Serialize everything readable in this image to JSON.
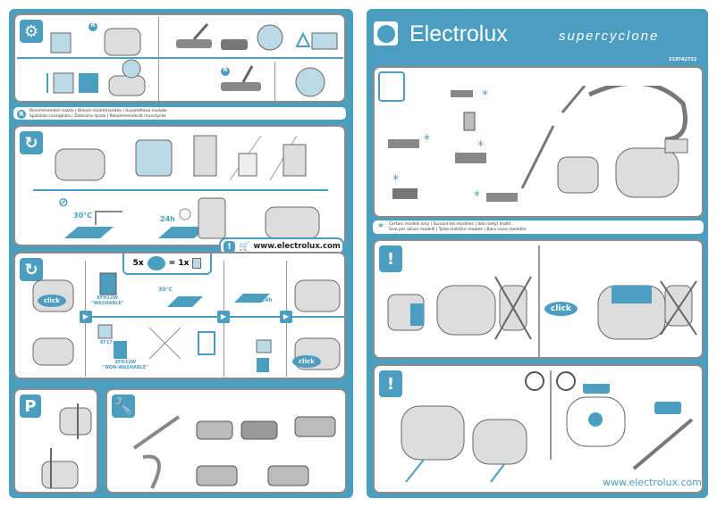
{
  "brand": {
    "name": "Electrolux",
    "product": "supercyclone",
    "model_number": "219742732",
    "website": "www.electrolux.com"
  },
  "left": {
    "nozzles": {
      "recommended_marker": "R",
      "note_line1": "Recommended nozzle | Brosse recommandée | Suositeltava suulake",
      "note_line2": "Spazzola consigliata | Zalecana dysza | Rekommenderat munstycke"
    },
    "filter_clean": {
      "temp": "30°C",
      "dry_time": "24h",
      "web_badge": "www.electrolux.com"
    },
    "filter_replace": {
      "ratio_left": "5x",
      "ratio_right": "= 1x",
      "washable_label": "EFH12W\n\"WASHABLE\"",
      "temp": "30°C",
      "dry_time": "24h",
      "ef17_label": "EF17",
      "nonwashable_label": "EFH12W\n\"NON-WASHABLE\"",
      "click_label_1": "click",
      "click_label_2": "click"
    },
    "parking": {
      "icon_label": "P"
    }
  },
  "right": {
    "note": {
      "line1": "Certain models only | Suivant les modèles | Vain tietyt mallit",
      "line2": "Solo per alcuni modelli | Tylko niektóre modele | Bara vissa modeller",
      "marker": "*"
    },
    "warning": {
      "icon_label": "!",
      "click_label": "click"
    },
    "power": {
      "icon_label": "!"
    }
  },
  "colors": {
    "accent": "#4c9ec1",
    "border": "#8c8c8c"
  }
}
